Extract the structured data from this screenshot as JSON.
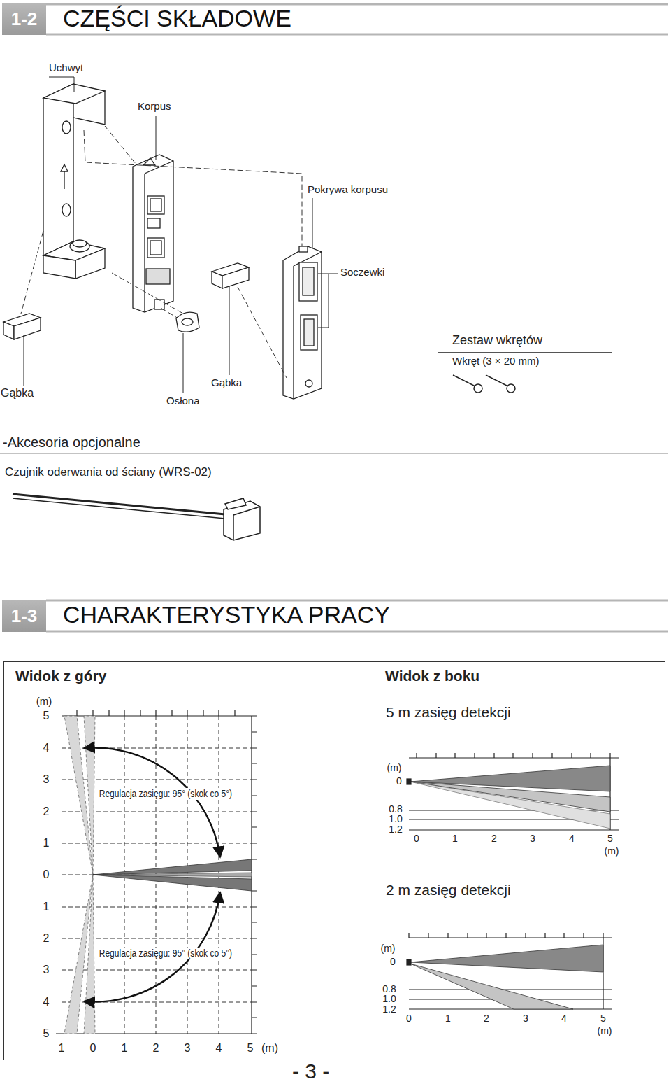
{
  "diagram": {
    "nodes": [
      {
        "text": [
          "1-2"
        ]
      },
      {
        "text": [
          "Zestaw wkrętów",
          "Wkręt (3 × 20 mm)"
        ]
      },
      {
        "text": [
          "1-3"
        ]
      },
      {
        "text": [
          "Widok z góry"
        ]
      },
      {
        "text": [
          "Widok z boku"
        ]
      }
    ],
    "labels": [
      "CZĘŚCI SKŁADOWE",
      "Uchwyt",
      "Korpus",
      "Pokrywa korpusu",
      "Soczewki",
      "Gąbka",
      "Osłona",
      "Gąbka",
      "-Akcesoria opcjonalne",
      "Czujnik oderwania od ściany (WRS-02)",
      "CHARAKTERYSTYKA PRACY",
      "Regulacja zasięgu: 95° (skok co 5°)",
      "Regulacja zasięgu: 95° (skok co 5°)",
      "5 m zasięg detekcji",
      "2 m zasięg detekcji",
      "- 3 -",
      "(m)",
      "5",
      "4",
      "3",
      "2",
      "1",
      "0",
      "1",
      "2",
      "3",
      "4",
      "5",
      "1",
      "0",
      "1",
      "2",
      "3",
      "4",
      "5",
      "(m)",
      "(m)",
      "0",
      "0.8",
      "1.0",
      "1.2",
      "0",
      "1",
      "2",
      "3",
      "4",
      "5",
      "(m)",
      "(m)",
      "0",
      "0.8",
      "1.0",
      "1.2",
      "0",
      "1",
      "2",
      "3",
      "4",
      "5",
      "(m)"
    ]
  }
}
